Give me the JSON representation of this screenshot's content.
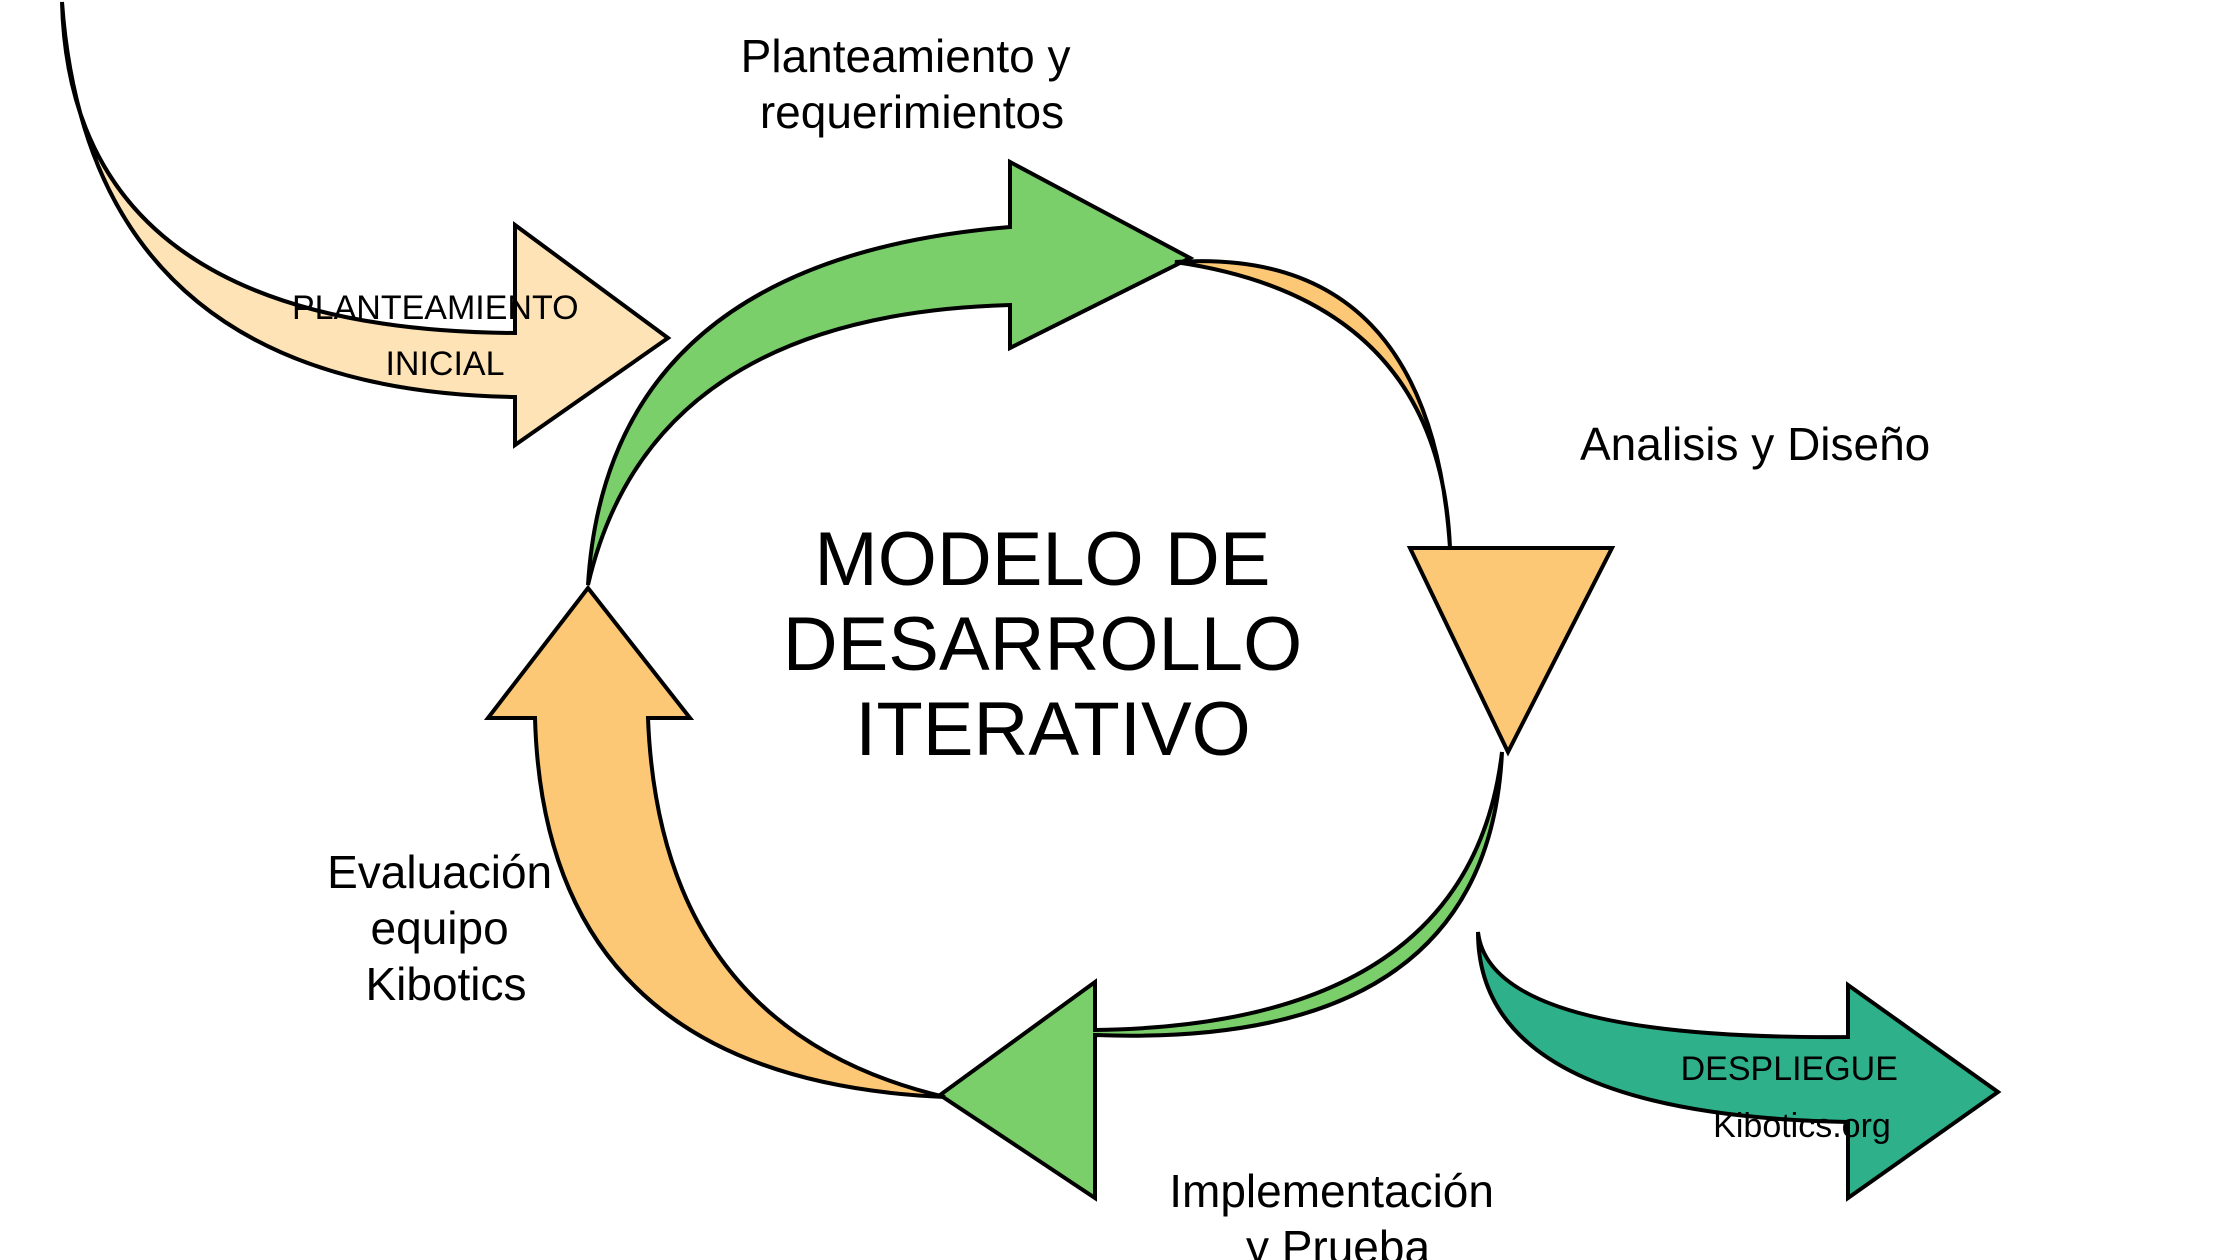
{
  "title": {
    "lines": [
      "MODELO DE",
      "DESARROLLO",
      "ITERATIVO"
    ]
  },
  "inicio": {
    "lines": [
      "PLANTEAMIENTO",
      "INICIAL"
    ]
  },
  "despliegue": {
    "lines": [
      "DESPLIEGUE",
      "Kibotics.org"
    ]
  },
  "steps": {
    "planteamiento": [
      "Planteamiento y",
      "requerimientos"
    ],
    "analisis": [
      "Analisis y Diseño"
    ],
    "implementacion": [
      "Implementación",
      "y Prueba"
    ],
    "evaluacion": [
      "Evaluación",
      "equipo",
      "Kibotics"
    ]
  },
  "colors": {
    "green": "#7acf6a",
    "orange": "#fdc875",
    "peach": "#fde3b6",
    "teal": "#2eb08b",
    "outline": "#000000"
  }
}
